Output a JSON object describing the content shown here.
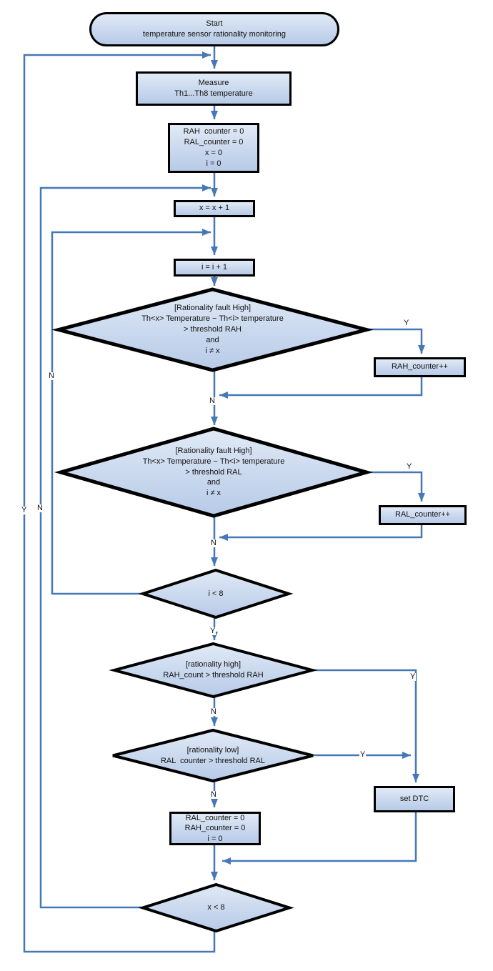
{
  "colors": {
    "connector_line": "#4678b8",
    "node_border": "#000000",
    "node_fill_top": "#e1eaf6",
    "node_fill_bottom": "#b7cae7",
    "text": "#111111"
  },
  "nodes": {
    "start": {
      "type": "terminator",
      "lines": [
        "Start",
        "temperature sensor rationality monitoring"
      ]
    },
    "measure": {
      "type": "process",
      "lines": [
        "Measure",
        "Th1...Th8 temperature"
      ]
    },
    "init": {
      "type": "process",
      "lines": [
        "RAH  counter = 0",
        "RAL_counter = 0",
        "x = 0",
        "i = 0"
      ]
    },
    "x_increment": {
      "type": "process",
      "lines": [
        "x = x + 1"
      ]
    },
    "i_increment": {
      "type": "process",
      "lines": [
        "i = i + 1"
      ]
    },
    "rationality_fault_high_check": {
      "type": "decision",
      "lines": [
        "[Rationality fault High]",
        "Th<x> Temperature − Th<i> temperature",
        "> threshold RAH",
        "and",
        "i ≠ x"
      ]
    },
    "rah_increment": {
      "type": "process",
      "lines": [
        "RAH_counter++"
      ]
    },
    "rationality_fault_low_check": {
      "type": "decision",
      "lines": [
        "[Rationality fault High]",
        "Th<x> Temperature − Th<i> temperature",
        "> threshold RAL",
        "and",
        "i ≠ x"
      ]
    },
    "ral_increment": {
      "type": "process",
      "lines": [
        "RAL_counter++"
      ]
    },
    "i_loop_check": {
      "type": "decision",
      "lines": [
        "i < 8"
      ]
    },
    "rationality_high_check": {
      "type": "decision",
      "lines": [
        "[rationality high]",
        "RAH_count > threshold RAH"
      ]
    },
    "rationality_low_check": {
      "type": "decision",
      "lines": [
        "[rationality low]",
        "RAL  counter > threshold RAL"
      ]
    },
    "set_dtc": {
      "type": "process",
      "lines": [
        "set DTC"
      ]
    },
    "reset_counters": {
      "type": "process",
      "lines": [
        "RAL_counter = 0",
        "RAH_counter = 0",
        "i = 0"
      ]
    },
    "x_loop_check": {
      "type": "decision",
      "lines": [
        "x < 8"
      ]
    }
  },
  "edge_labels": {
    "d1_yes": "Y",
    "d1_no": "N",
    "d2_yes": "Y",
    "d2_no": "N",
    "i_loop_no": "N",
    "i_loop_yes": "Y",
    "rah_yes": "Y",
    "rah_no": "N",
    "ral_yes": "Y",
    "ral_no": "N",
    "x_loop_yes": "Y",
    "x_loop_no": "N"
  }
}
